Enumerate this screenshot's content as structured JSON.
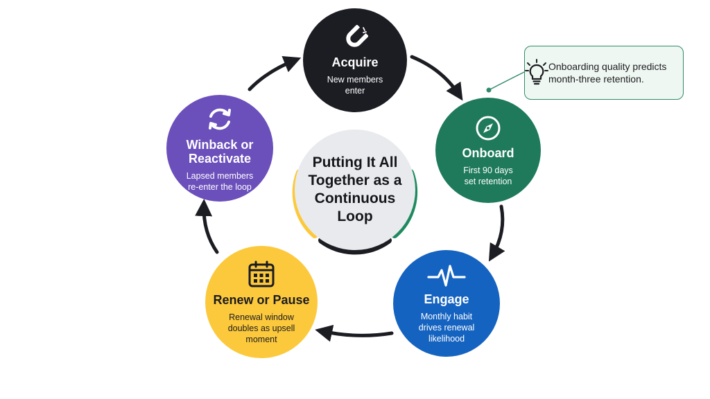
{
  "center": {
    "title": "Putting It All Together as a Continuous Loop"
  },
  "stages": [
    {
      "title": "Acquire",
      "description": "New members enter",
      "icon": "magnet-icon",
      "color": "#1c1d23"
    },
    {
      "title": "Onboard",
      "description": "First 90 days set retention",
      "icon": "compass-icon",
      "color": "#1e7a5a"
    },
    {
      "title": "Engage",
      "description": "Monthly habit drives renewal likelihood",
      "icon": "pulse-icon",
      "color": "#1563c0"
    },
    {
      "title": "Renew or Pause",
      "description": "Renewal window doubles as upsell moment",
      "icon": "calendar-icon",
      "color": "#fcc93c"
    },
    {
      "title": "Winback or Reactivate",
      "description": "Lapsed members re-enter the loop",
      "icon": "refresh-icon",
      "color": "#6b4fbb"
    }
  ],
  "callout": {
    "text": "Onboarding quality predicts month-three retention.",
    "icon": "lightbulb-icon"
  },
  "colors": {
    "arrow": "#1c1d23",
    "callout_border": "#2f8a6a",
    "callout_bg": "#eef7f2"
  }
}
